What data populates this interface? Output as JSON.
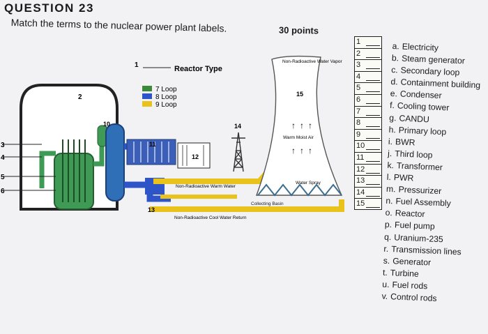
{
  "question": {
    "title": "QUESTION 23",
    "prompt": "Match the terms to the nuclear power plant labels.",
    "points": "30 points"
  },
  "diagram": {
    "labels": [
      "1",
      "2",
      "3",
      "4",
      "5",
      "6",
      "10",
      "11",
      "12",
      "13",
      "14",
      "15"
    ],
    "reactor_type_label": "Reactor Type",
    "legend": [
      "7 Loop",
      "8 Loop",
      "9 Loop"
    ],
    "legend_colors": [
      "#3a8a3a",
      "#2e55c8",
      "#e9c21c"
    ],
    "vapor_label": "Non-Radioactive Water Vapor",
    "warm_moist_air": "Warm Moist Air",
    "water_spray": "Water Spray",
    "collecting_basin": "Collecting Basin",
    "warm_water_label": "Non-Radioactive Warm Water",
    "cool_water_label": "Non-Radioactive Cool Water Return",
    "arrow_glyph": "↑"
  },
  "answer_slots": [
    "1",
    "2",
    "3",
    "4",
    "5",
    "6",
    "7",
    "8",
    "9",
    "10",
    "11",
    "12",
    "13",
    "14",
    "15"
  ],
  "choices": [
    {
      "letter": "a.",
      "text": "Electricity"
    },
    {
      "letter": "b.",
      "text": "Steam generator"
    },
    {
      "letter": "c.",
      "text": "Secondary loop"
    },
    {
      "letter": "d.",
      "text": "Containment building"
    },
    {
      "letter": "e.",
      "text": "Condenser"
    },
    {
      "letter": "f.",
      "text": "Cooling tower"
    },
    {
      "letter": "g.",
      "text": "CANDU"
    },
    {
      "letter": "h.",
      "text": "Primary loop"
    },
    {
      "letter": "i.",
      "text": "BWR"
    },
    {
      "letter": "j.",
      "text": "Third loop"
    },
    {
      "letter": "k.",
      "text": "Transformer"
    },
    {
      "letter": "l.",
      "text": "PWR"
    },
    {
      "letter": "m.",
      "text": "Pressurizer"
    },
    {
      "letter": "n.",
      "text": "Fuel Assembly"
    },
    {
      "letter": "o.",
      "text": "Reactor"
    },
    {
      "letter": "p.",
      "text": "Fuel pump"
    },
    {
      "letter": "q.",
      "text": "Uranium-235"
    },
    {
      "letter": "r.",
      "text": "Transmission lines"
    },
    {
      "letter": "s.",
      "text": "Generator"
    },
    {
      "letter": "t.",
      "text": "Turbine"
    },
    {
      "letter": "u.",
      "text": "Fuel rods"
    },
    {
      "letter": "v.",
      "text": "Control rods"
    }
  ]
}
